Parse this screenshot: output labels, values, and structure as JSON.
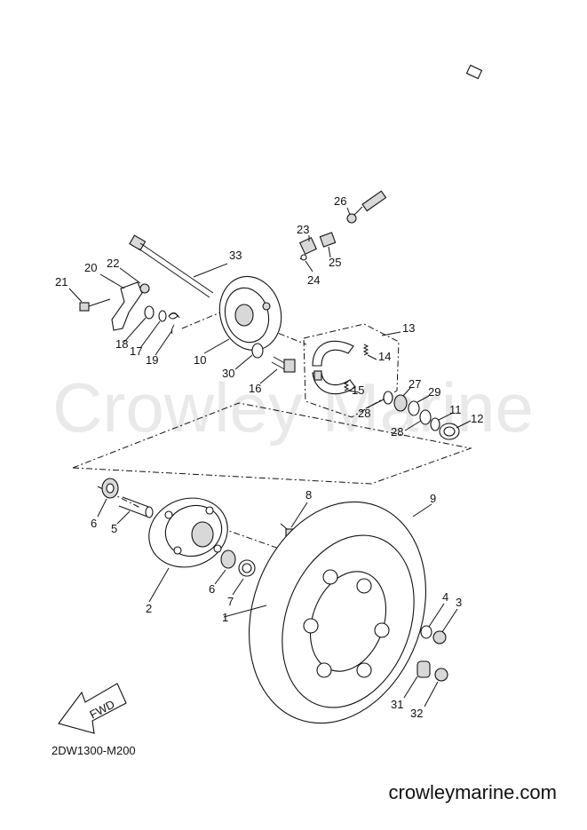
{
  "watermark": "Crowley Marine",
  "diagram_code": "2DW1300-M200",
  "site": "crowleymarine.com",
  "fwd_label": "FWD",
  "callouts": [
    "1",
    "2",
    "3",
    "4",
    "5",
    "6",
    "6",
    "7",
    "8",
    "9",
    "10",
    "11",
    "12",
    "13",
    "14",
    "15",
    "16",
    "17",
    "18",
    "19",
    "20",
    "21",
    "22",
    "23",
    "24",
    "25",
    "26",
    "27",
    "28",
    "28",
    "29",
    "30",
    "31",
    "32",
    "33"
  ]
}
